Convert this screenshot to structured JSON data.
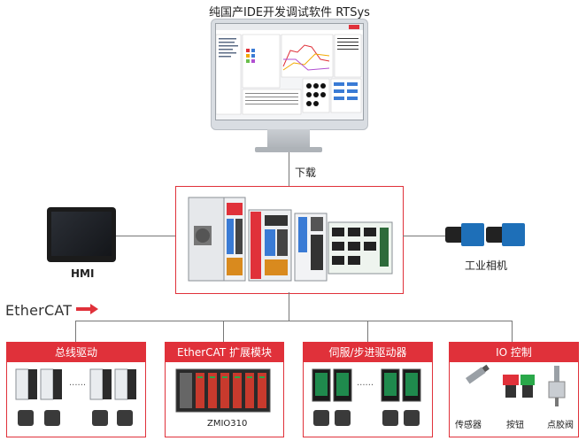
{
  "diagram": {
    "title": "纯国产IDE开发调试软件 RTSys",
    "download_label": "下载",
    "hmi_label": "HMI",
    "camera_label": "工业相机",
    "ethercat_logo": "EtherCAT",
    "panels": [
      {
        "title": "总线驱动",
        "ellipsis": "......"
      },
      {
        "title": "EtherCAT 扩展模块",
        "caption": "ZMIO310"
      },
      {
        "title": "伺服/步进驱动器",
        "ellipsis": "......"
      },
      {
        "title": "IO 控制",
        "items": [
          "传感器",
          "按钮",
          "点胶阀"
        ]
      }
    ]
  },
  "colors": {
    "accent": "#e0313a",
    "line": "#777777"
  }
}
